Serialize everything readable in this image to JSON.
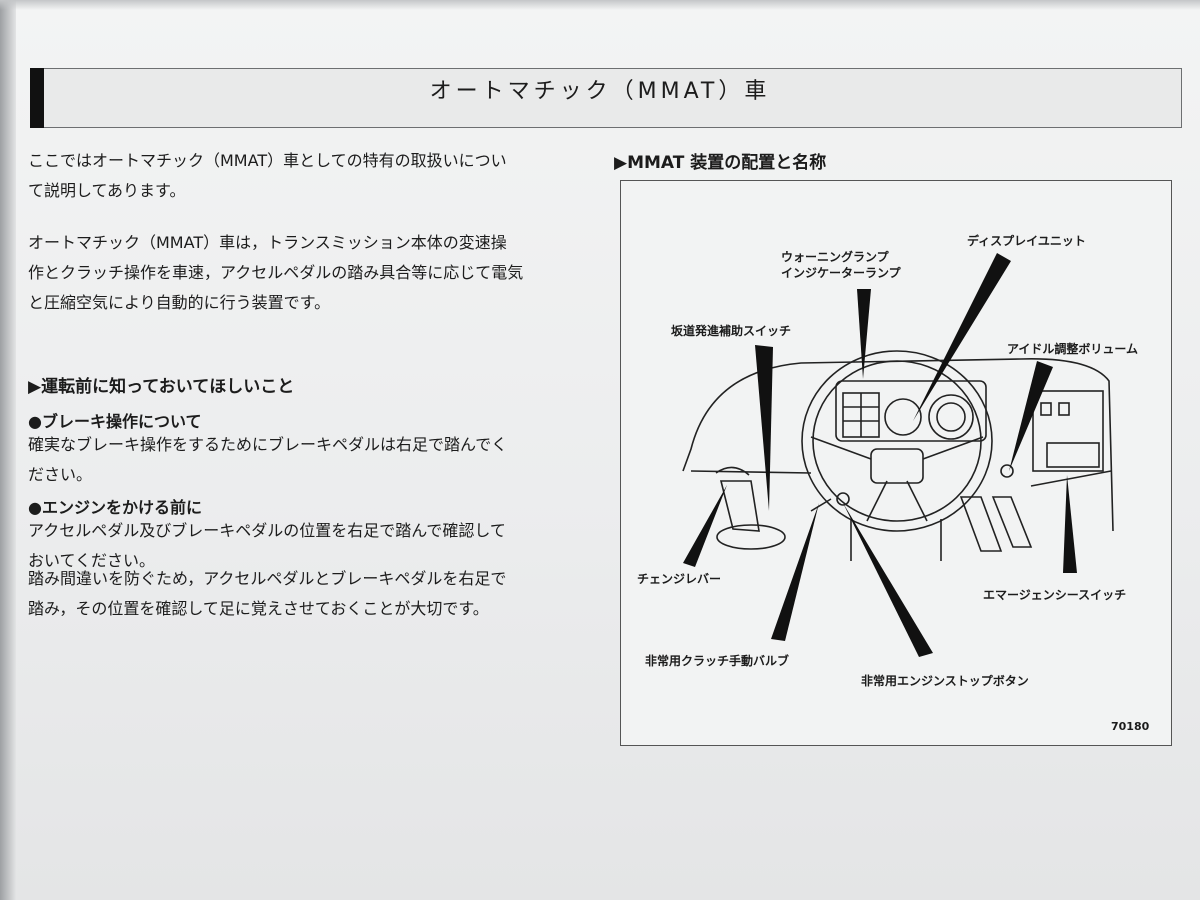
{
  "title": "オートマチック（MMAT）車",
  "intro": {
    "line1": "ここではオートマチック（MMAT）車としての特有の取扱いについ",
    "line2": "て説明してあります。"
  },
  "description": {
    "line1": "オートマチック（MMAT）車は，トランスミッション本体の変速操",
    "line2": "作とクラッチ操作を車速，アクセルペダルの踏み具合等に応じて電気",
    "line3": "と圧縮空気により自動的に行う装置です。"
  },
  "before_driving": {
    "heading": "▶運転前に知っておいてほしいこと",
    "brake": {
      "bullet": "●ブレーキ操作について",
      "line1": "確実なブレーキ操作をするためにブレーキペダルは右足で踏んでく",
      "line2": "ださい。"
    },
    "engine": {
      "bullet": "●エンジンをかける前に",
      "line1": "アクセルペダル及びブレーキペダルの位置を右足で踏んで確認して",
      "line2": "おいてください。",
      "line3": "踏み間違いを防ぐため，アクセルペダルとブレーキペダルを右足で",
      "line4": "踏み，その位置を確認して足に覚えさせておくことが大切です。"
    }
  },
  "figure": {
    "heading": "▶MMAT 装置の配置と名称",
    "labels": {
      "warning_lamp": "ウォーニングランプ",
      "indicator_lamp": "インジケーターランプ",
      "display_unit": "ディスプレイユニット",
      "hill_start_switch": "坂道発進補助スイッチ",
      "idle_volume": "アイドル調整ボリューム",
      "change_lever": "チェンジレバー",
      "emergency_switch": "エマージェンシースイッチ",
      "clutch_valve": "非常用クラッチ手動バルブ",
      "engine_stop_button": "非常用エンジンストップボタン"
    },
    "figure_number": "70180"
  }
}
